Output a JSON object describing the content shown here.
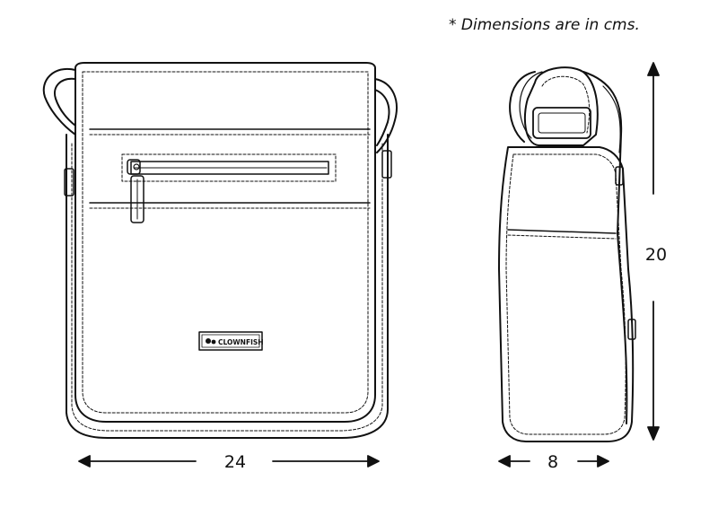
{
  "note": "* Dimensions are in cms.",
  "brand_label": "CLOWNFISH",
  "dimensions": {
    "width": "24",
    "height": "20",
    "depth": "8"
  }
}
